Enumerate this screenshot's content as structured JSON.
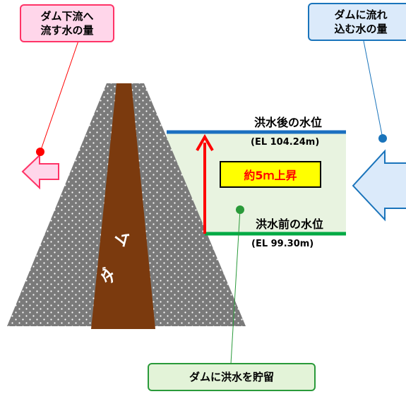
{
  "callouts": {
    "outflow": {
      "line1": "ダム下流へ",
      "line2": "流す水の量",
      "fill": "#ffd6ea",
      "border": "#ff3366"
    },
    "inflow": {
      "line1": "ダムに流れ",
      "line2": "込む水の量",
      "fill": "#dbeafa",
      "border": "#1a74bb"
    },
    "storage": {
      "text": "ダムに洪水を貯留",
      "fill": "#e3f3d8",
      "border": "#2a9a3a"
    }
  },
  "water_levels": {
    "after": {
      "label": "洪水後の水位",
      "elevation": "(EL 104.24m)",
      "color": "#1a6fc0"
    },
    "before": {
      "label": "洪水前の水位",
      "elevation": "(EL 99.30m)",
      "color": "#00aa44"
    }
  },
  "rise_label": "約5ｍ上昇",
  "dam_label": "ダム",
  "colors": {
    "dam_body": "#7a7a7a",
    "dam_core": "#7b3a0e",
    "reservoir": "#e8f3e0",
    "rise_arrow": "#ff0000",
    "outflow_arrow": "#ff3366",
    "inflow_arrow": "#1a74bb",
    "leader_red": "#ff0000",
    "leader_blue": "#1a74bb",
    "leader_green": "#2a9a3a"
  }
}
